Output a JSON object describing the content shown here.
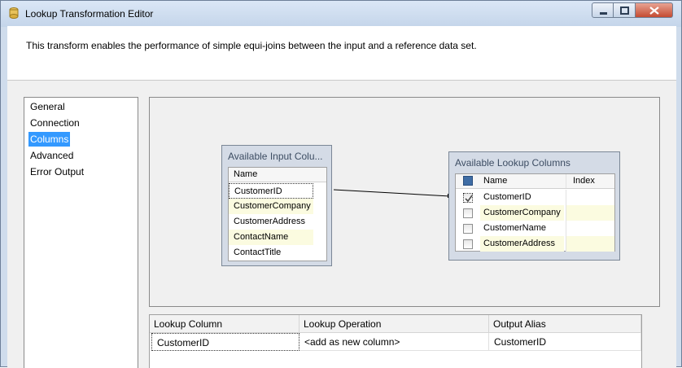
{
  "window": {
    "title": "Lookup Transformation Editor",
    "description": "This transform enables the performance of simple equi-joins between the input and a reference data set."
  },
  "nav": {
    "items": [
      "General",
      "Connection",
      "Columns",
      "Advanced",
      "Error Output"
    ],
    "selected": "Columns"
  },
  "input_columns": {
    "title": "Available Input Colu...",
    "header": "Name",
    "rows": [
      "CustomerID",
      "CustomerCompany",
      "CustomerAddress",
      "ContactName",
      "ContactTitle"
    ]
  },
  "lookup_columns": {
    "title": "Available Lookup Columns",
    "header_name": "Name",
    "header_index": "Index",
    "rows": [
      {
        "name": "CustomerID",
        "checked": true
      },
      {
        "name": "CustomerCompany",
        "checked": false
      },
      {
        "name": "CustomerName",
        "checked": false
      },
      {
        "name": "CustomerAddress",
        "checked": false
      }
    ]
  },
  "mapping": {
    "headers": [
      "Lookup Column",
      "Lookup Operation",
      "Output Alias"
    ],
    "rows": [
      {
        "lookup_column": "CustomerID",
        "operation": "<add as new column>",
        "alias": "CustomerID"
      }
    ]
  },
  "colors": {
    "accent": "#3399ff",
    "alt_row": "#fbfbe0",
    "box_bg": "#d4dbe6"
  },
  "icons": {
    "app": "lookup-transform-icon",
    "minimize": "minimize-icon",
    "maximize": "maximize-icon",
    "close": "close-icon"
  }
}
